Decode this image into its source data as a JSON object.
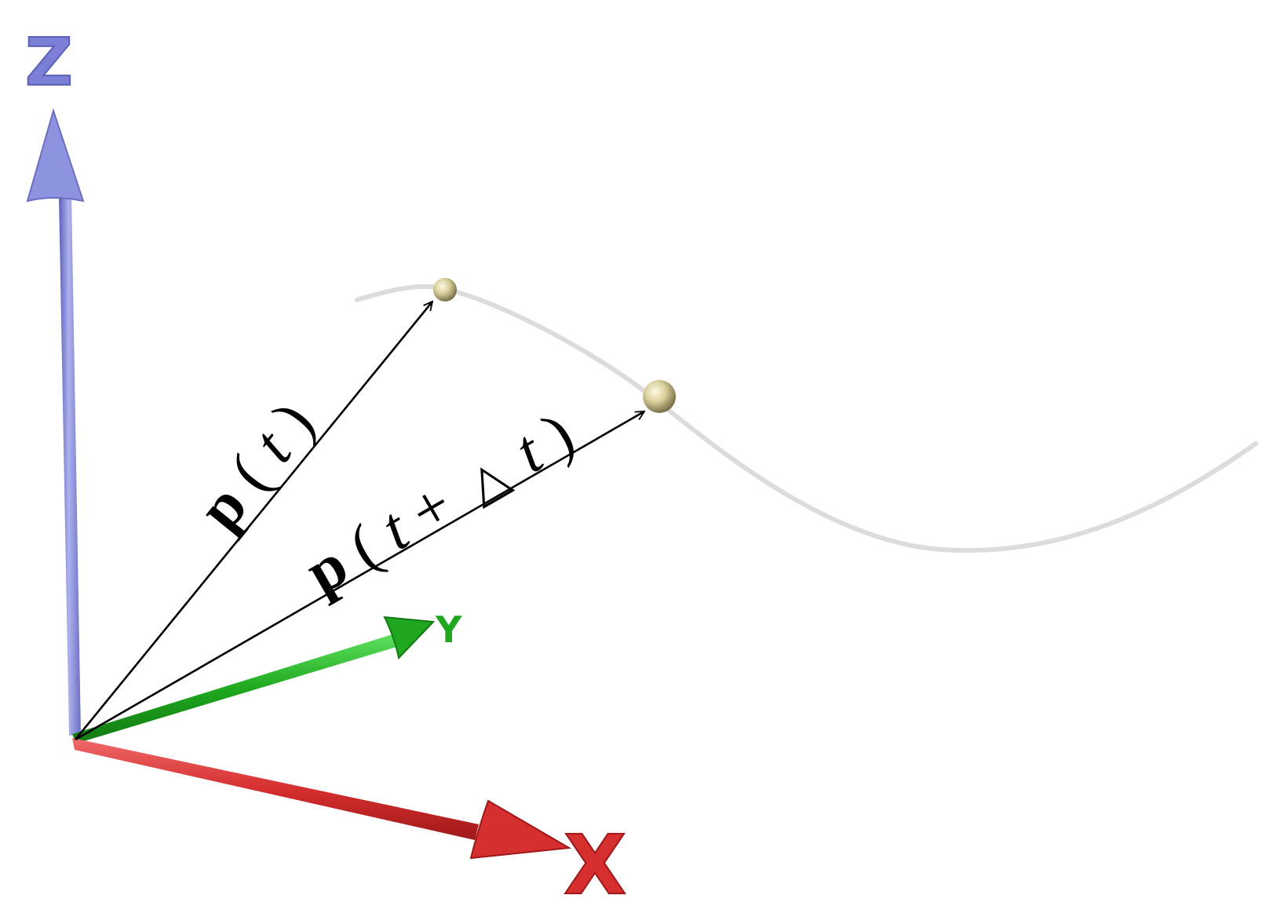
{
  "axes": {
    "z": {
      "label": "Z",
      "color": "#7b80d6"
    },
    "y": {
      "label": "Y",
      "color": "#1fa81f"
    },
    "x": {
      "label": "X",
      "color": "#d62f2f"
    }
  },
  "vectors": {
    "p_t": {
      "bold": "p",
      "open": "(",
      "var": "t",
      "close": ")"
    },
    "p_t_dt": {
      "bold": "p",
      "open": "(",
      "var": "t",
      "plus": "+",
      "delta": "△",
      "var2": "t",
      "close": ")"
    }
  },
  "colors": {
    "curve": "#dcdcdc",
    "point": "#d8cf9a",
    "vector": "#000000"
  }
}
